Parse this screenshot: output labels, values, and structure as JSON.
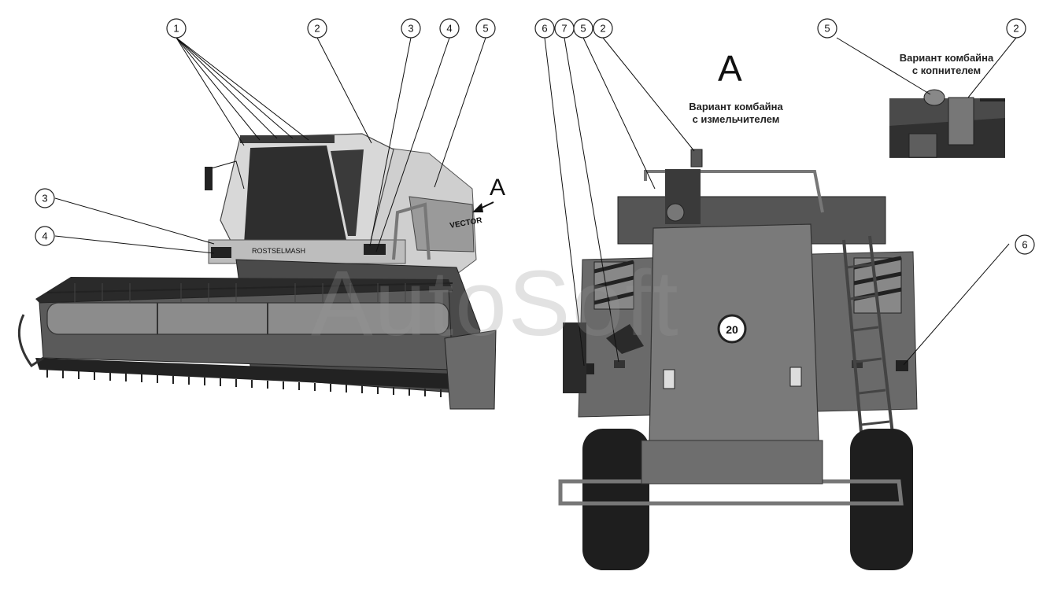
{
  "watermark": "AutoSoft",
  "view_label": "A",
  "pointer_label": "A",
  "captions": {
    "chopper_line1": "Вариант комбайна",
    "chopper_line2": "с измельчителем",
    "hopper_line1": "Вариант комбайна",
    "hopper_line2": "с копнителем"
  },
  "callouts": {
    "c1": "1",
    "c2": "2",
    "c3": "3",
    "c4": "4",
    "c5": "5",
    "c3b": "3",
    "c4b": "4",
    "c6": "6",
    "c7": "7",
    "c5r": "5",
    "c2r": "2",
    "c5i": "5",
    "c2i": "2",
    "c6r": "6"
  },
  "speed_sign": "20",
  "brand": "ROSTSELMASH",
  "model": "VECTOR",
  "colors": {
    "machine_dark": "#3a3a3a",
    "machine_mid": "#777777",
    "cab_light": "#d9d9d9",
    "rear_panel": "#6e6e6e"
  }
}
